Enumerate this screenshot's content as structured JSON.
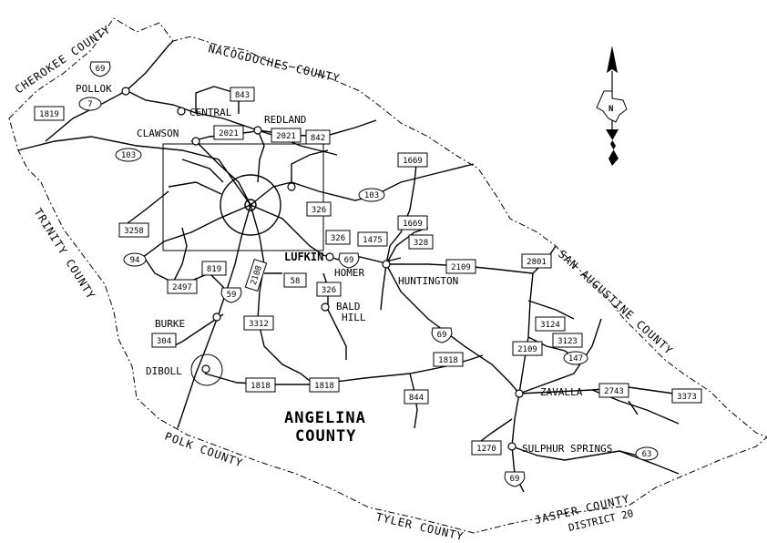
{
  "county": {
    "name_line1": "ANGELINA",
    "name_line2": "COUNTY"
  },
  "neighbors": {
    "cherokee": "CHEROKEE COUNTY",
    "nacogdoches": "NACOGDOCHES COUNTY",
    "trinity": "TRINITY COUNTY",
    "san_augustine": "SAN AUGUSTINE COUNTY",
    "polk": "POLK COUNTY",
    "tyler": "TYLER COUNTY",
    "jasper": "JASPER COUNTY",
    "district": "DISTRICT 20"
  },
  "towns": {
    "pollok": "POLLOK",
    "central": "CENTRAL",
    "clawson": "CLAWSON",
    "redland": "REDLAND",
    "lufkin": "LUFKIN",
    "homer": "HOMER",
    "bald": "BALD",
    "hill": "HILL",
    "huntington": "HUNTINGTON",
    "burke": "BURKE",
    "diboll": "DIBOLL",
    "zavalla": "ZAVALLA",
    "sulphur_springs": "SULPHUR SPRINGS"
  },
  "routes": {
    "fm1819": "1819",
    "us69_north": "69",
    "sh7": "7",
    "fm843": "843",
    "fm2021_a": "2021",
    "fm2021_b": "2021",
    "fm842": "842",
    "sh103_west": "103",
    "fm1669_north": "1669",
    "sh103_east": "103",
    "fm3258": "3258",
    "sh94": "94",
    "fm326_a": "326",
    "fm326_b": "326",
    "us69_lufkin": "69",
    "fm1475": "1475",
    "fm1669_south": "1669",
    "fm328": "328",
    "fm819": "819",
    "fm2108": "2108",
    "us59": "59",
    "fm58": "58",
    "fm326_c": "326",
    "fm2497": "2497",
    "fm2109_north": "2109",
    "fm2801": "2801",
    "fm3312": "3312",
    "fm304": "304",
    "us69_mid": "69",
    "fm3124": "3124",
    "fm3123": "3123",
    "fm147": "147",
    "fm2109_south": "2109",
    "fm1818_mid": "1818",
    "fm1818_west": "1818",
    "fm1818_east": "1818",
    "fm844": "844",
    "fm2743": "2743",
    "fm3373": "3373",
    "fm1270": "1270",
    "sh63": "63",
    "us69_south": "69"
  },
  "north_arrow": {
    "label": "N"
  },
  "colors": {
    "ink": "#000000",
    "paper": "#ffffff"
  }
}
